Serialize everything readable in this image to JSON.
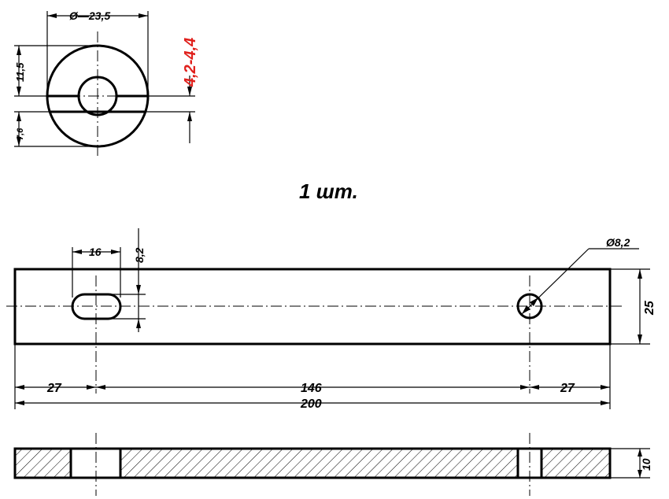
{
  "washer": {
    "diameter": "Ø—23,5",
    "upper_height": "11,5",
    "lower_height": "7,6",
    "thickness_range": "4,2-4,4"
  },
  "quantity": "1 шт.",
  "bar": {
    "slot_length": "16",
    "slot_width": "8,2",
    "hole_diameter": "Ø8,2",
    "width": "25",
    "left_offset": "27",
    "center_distance": "146",
    "right_offset": "27",
    "total_length": "200",
    "thickness": "10"
  }
}
